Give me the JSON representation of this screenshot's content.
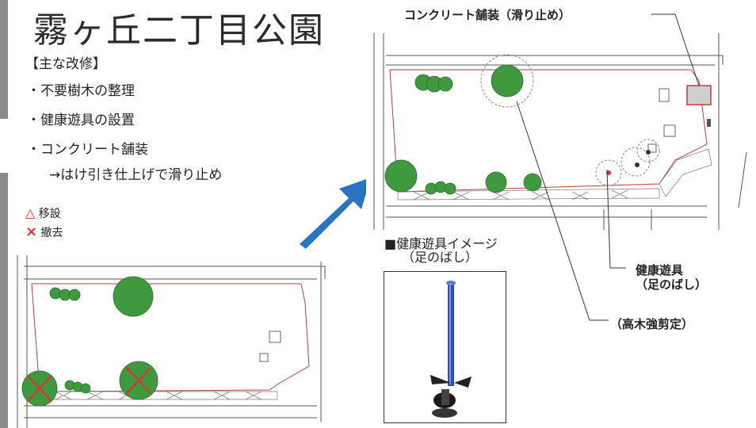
{
  "title": "霧ヶ丘二丁目公園",
  "main_repairs": {
    "heading": "【主な改修】",
    "items": [
      "・不要樹木の整理",
      "・健康遊具の設置",
      "・コンクリート舗装"
    ],
    "sub_note": "→はけ引き仕上げで滑り止め"
  },
  "legend": {
    "relocate_symbol": "△",
    "relocate_label": "移設",
    "remove_symbol": "×",
    "remove_label": "撤去",
    "relocate_color": "#e03030",
    "remove_color": "#e03030"
  },
  "callouts": {
    "concrete": "コンクリート舗装（滑り止め）",
    "equipment_line1": "健康遊具",
    "equipment_line2": "（足のばし）",
    "pruning": "（高木強剪定）"
  },
  "equipment_caption": {
    "line1": "■健康遊具イメージ",
    "line2": "（足のばし）"
  },
  "colors": {
    "arrow": "#2a72c2",
    "tree": "#3f9a3f",
    "site_line": "#c23a3a",
    "pole": "#2f4fb5"
  }
}
